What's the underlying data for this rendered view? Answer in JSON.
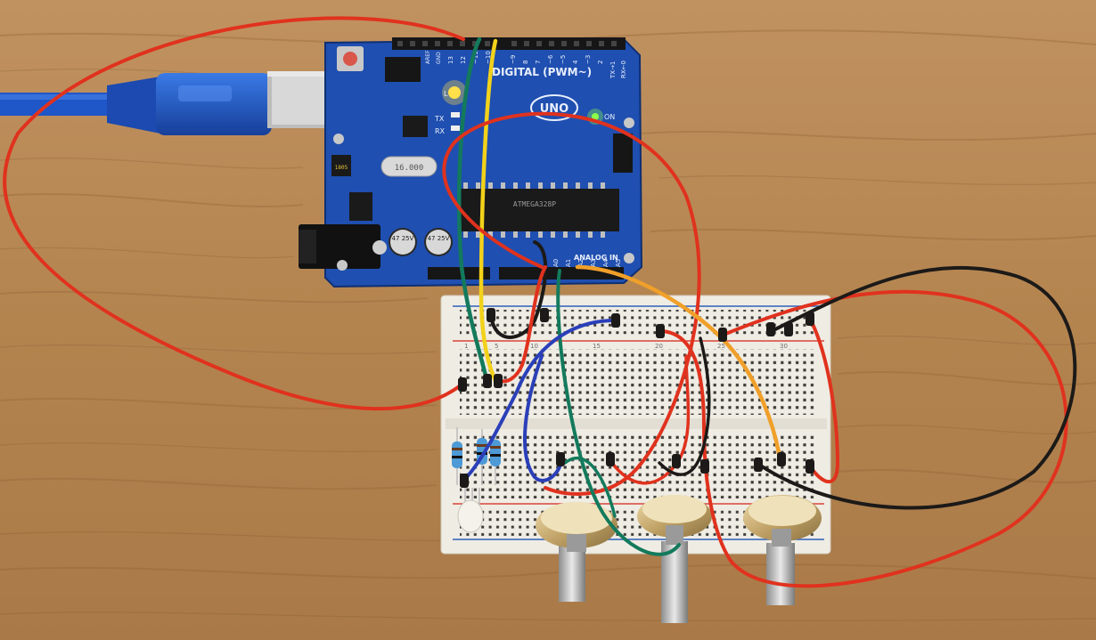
{
  "colors": {
    "wood_base": "#b98a55",
    "wood_grain": "#8f6336",
    "board_blue": "#1f4fb0",
    "board_dark": "#173e92",
    "breadboard": "#efece4",
    "breadboard_rail_red": "#d9443a",
    "breadboard_rail_blue": "#2e5fb8",
    "wire_red": "#e0321e",
    "wire_black": "#1c1a18",
    "wire_yellow": "#f2d21a",
    "wire_green": "#137a5c",
    "wire_blue": "#2a3fb8",
    "wire_orange": "#f0a02a",
    "usb_cable": "#1f56c8",
    "pot_brass": "#c9b079",
    "led_on": "#8dff4a",
    "led_yellow": "#ffe04a"
  },
  "board": {
    "logo": "UNO",
    "digital_label": "DIGITAL (PWM~)",
    "analog_label": "ANALOG IN",
    "on_label": "ON",
    "tx_label": "TX",
    "rx_label": "RX",
    "l_label": "L",
    "aref_label": "AREF",
    "gnd_label": "GND",
    "digital_pins": [
      "13",
      "12",
      "~11",
      "~10",
      "~9",
      "8",
      "7",
      "~6",
      "~5",
      "4",
      "~3",
      "2",
      "TX→1",
      "RX←0"
    ],
    "analog_pins": [
      "A0",
      "A1",
      "A2",
      "A3",
      "A4",
      "A5"
    ],
    "crystal_label": "16.000",
    "chip_label": "ATMEGA328P",
    "cap_label_1": "47\n25V",
    "cap_label_2": "47\n25V",
    "ic_label": "1805"
  },
  "breadboard": {
    "column_numbers": [
      "1",
      "5",
      "10",
      "15",
      "20",
      "25",
      "30"
    ]
  },
  "icons": {
    "usb": "usb-connector-icon",
    "power_jack": "dc-jack-icon",
    "reset": "reset-button-icon"
  }
}
